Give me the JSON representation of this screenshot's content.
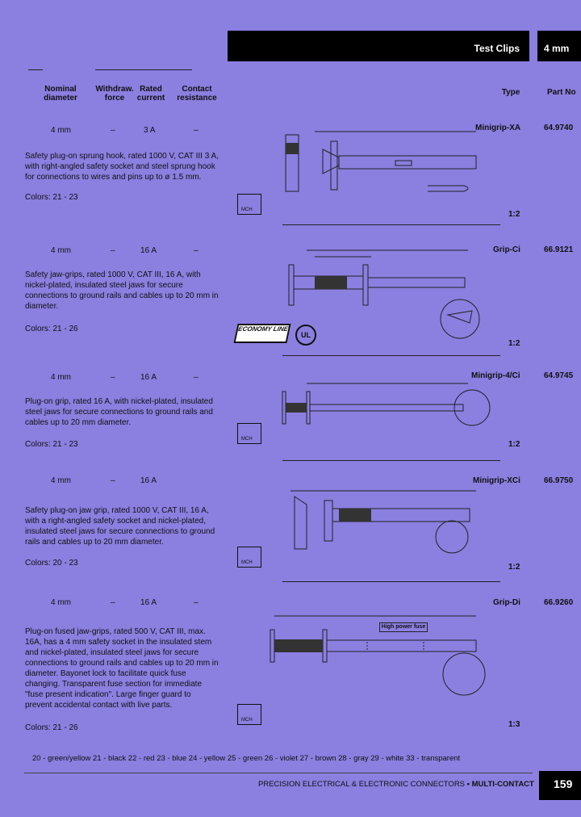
{
  "header": {
    "title": "Test Clips",
    "size": "4 mm"
  },
  "columns": {
    "nominal": "Nominal\ndiameter",
    "withdraw": "Withdraw.\nforce",
    "rated": "Rated\ncurrent",
    "contact": "Contact\nresistance",
    "type": "Type",
    "partno": "Part No"
  },
  "products": [
    {
      "diameter": "4 mm",
      "withdraw": "–",
      "current": "3 A",
      "resistance": "–",
      "description": "Safety plug-on sprung hook, rated 1000 V, CAT III 3 A, with right-angled safety socket and steel sprung hook for connections to wires and pins up to ø 1.5 mm.",
      "colors": "Colors:  21 - 23",
      "type": "Minigrip-XA",
      "part_no": "64.9740",
      "scale": "1:2"
    },
    {
      "diameter": "4 mm",
      "withdraw": "–",
      "current": "16 A",
      "resistance": "–",
      "description": "Safety jaw-grips, rated 1000 V, CAT III, 16 A, with nickel-plated, insulated steel jaws for secure connections to ground rails and cables up to 20 mm in diameter.",
      "colors": "Colors:  21 - 26",
      "type": "Grip-Ci",
      "part_no": "66.9121",
      "scale": "1:2",
      "badge": "ECONOMY LINE",
      "ul": "UL"
    },
    {
      "diameter": "4 mm",
      "withdraw": "–",
      "current": "16 A",
      "resistance": "–",
      "description": "Plug-on grip, rated 16 A, with nickel-plated, insulated steel jaws for secure connections to ground rails and cables up to 20 mm diameter.",
      "colors": "Colors:  21 - 23",
      "type": "Minigrip-4/Ci",
      "part_no": "64.9745",
      "scale": "1:2"
    },
    {
      "diameter": "4 mm",
      "withdraw": "–",
      "current": "16 A",
      "resistance": "",
      "description": "Safety plug-on jaw grip, rated 1000 V, CAT III, 16 A, with a right-angled safety socket and nickel-plated, insulated steel jaws for secure connections to ground rails and cables up to 20 mm diameter.",
      "colors": "Colors:  20 - 23",
      "type": "Minigrip-XCi",
      "part_no": "66.9750",
      "scale": "1:2"
    },
    {
      "diameter": "4 mm",
      "withdraw": "–",
      "current": "16 A",
      "resistance": "–",
      "description": "Plug-on fused jaw-grips, rated 500 V, CAT III, max. 16A, has a 4 mm safety socket in the insulated stem and nickel-plated, insulated steel jaws for secure connections to ground rails and cables up to 20 mm in diameter. Bayonet lock to facilitate quick fuse changing. Transparent fuse section for immediate \"fuse present indication\". Large finger guard to prevent accidental contact with live parts.",
      "colors": "Colors:  21 - 26",
      "type": "Grip-Di",
      "part_no": "66.9260",
      "scale": "1:3",
      "fuse_label": "High power fuse"
    }
  ],
  "legend": "20 - green/yellow   21 - black   22 - red   23 - blue   24 - yellow   25 - green   26 - violet   27 - brown   28 - gray   29 - white   33 - transparent",
  "footer": {
    "text": "PRECISION ELECTRICAL & ELECTRONIC CONNECTORS",
    "brand": "• MULTI-CONTACT",
    "page": "159"
  },
  "logo_text": "MCH"
}
